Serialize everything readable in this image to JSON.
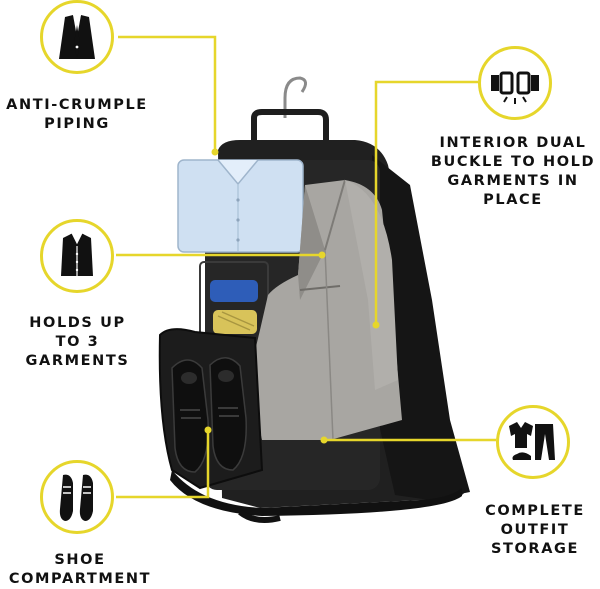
{
  "callouts": {
    "anti_crumple": {
      "line1": "ANTI-CRUMPLE",
      "line2": "PIPING",
      "icon": "blazer-icon"
    },
    "buckle": {
      "line1": "INTERIOR DUAL",
      "line2": "BUCKLE TO HOLD",
      "line3": "GARMENTS IN",
      "line4": "PLACE",
      "icon": "buckle-icon"
    },
    "garments": {
      "line1": "HOLDS UP",
      "line2": "TO 3",
      "line3": "GARMENTS",
      "icon": "shirt-icon"
    },
    "outfit": {
      "line1": "COMPLETE",
      "line2": "OUTFIT",
      "line3": "STORAGE",
      "icon": "outfit-icon"
    },
    "shoes": {
      "line1": "SHOE",
      "line2": "COMPARTMENT",
      "icon": "shoes-icon"
    }
  },
  "colors": {
    "accent": "#e6d62b",
    "text": "#111111",
    "bag": "#1a1a1a",
    "jacket": "#a8a6a2",
    "shirt": "#cfe0f2"
  }
}
